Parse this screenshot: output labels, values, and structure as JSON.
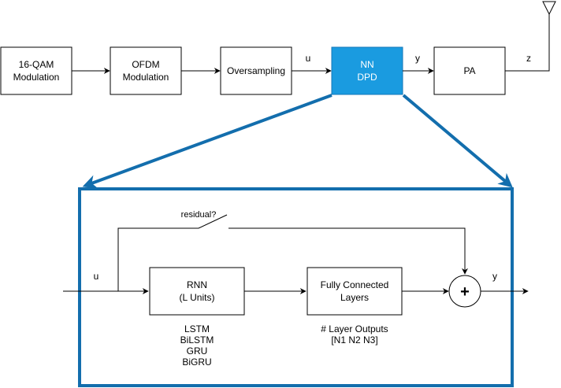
{
  "top_chain": {
    "qam_box": [
      "16-QAM",
      "Modulation"
    ],
    "ofdm_box": [
      "OFDM",
      "Modulation"
    ],
    "oversampling_box": "Oversampling",
    "nn_dpd_box": [
      "NN",
      "DPD"
    ],
    "pa_box": "PA",
    "signal_u": "u",
    "signal_y": "y",
    "signal_z": "z"
  },
  "detail": {
    "residual_label": "residual?",
    "input_label": "u",
    "output_label": "y",
    "rnn_box": [
      "RNN",
      "(L Units)"
    ],
    "rnn_variants": [
      "LSTM",
      "BiLSTM",
      "GRU",
      "BiGRU"
    ],
    "fc_box": [
      "Fully Connected",
      "Layers"
    ],
    "fc_caption": [
      "# Layer Outputs",
      "[N1 N2 N3]"
    ],
    "sum_symbol": "+"
  },
  "colors": {
    "nn_dpd_fill": "#1A9BE0",
    "nn_dpd_stroke": "#1477B8",
    "highlight_frame": "#136EAD"
  }
}
